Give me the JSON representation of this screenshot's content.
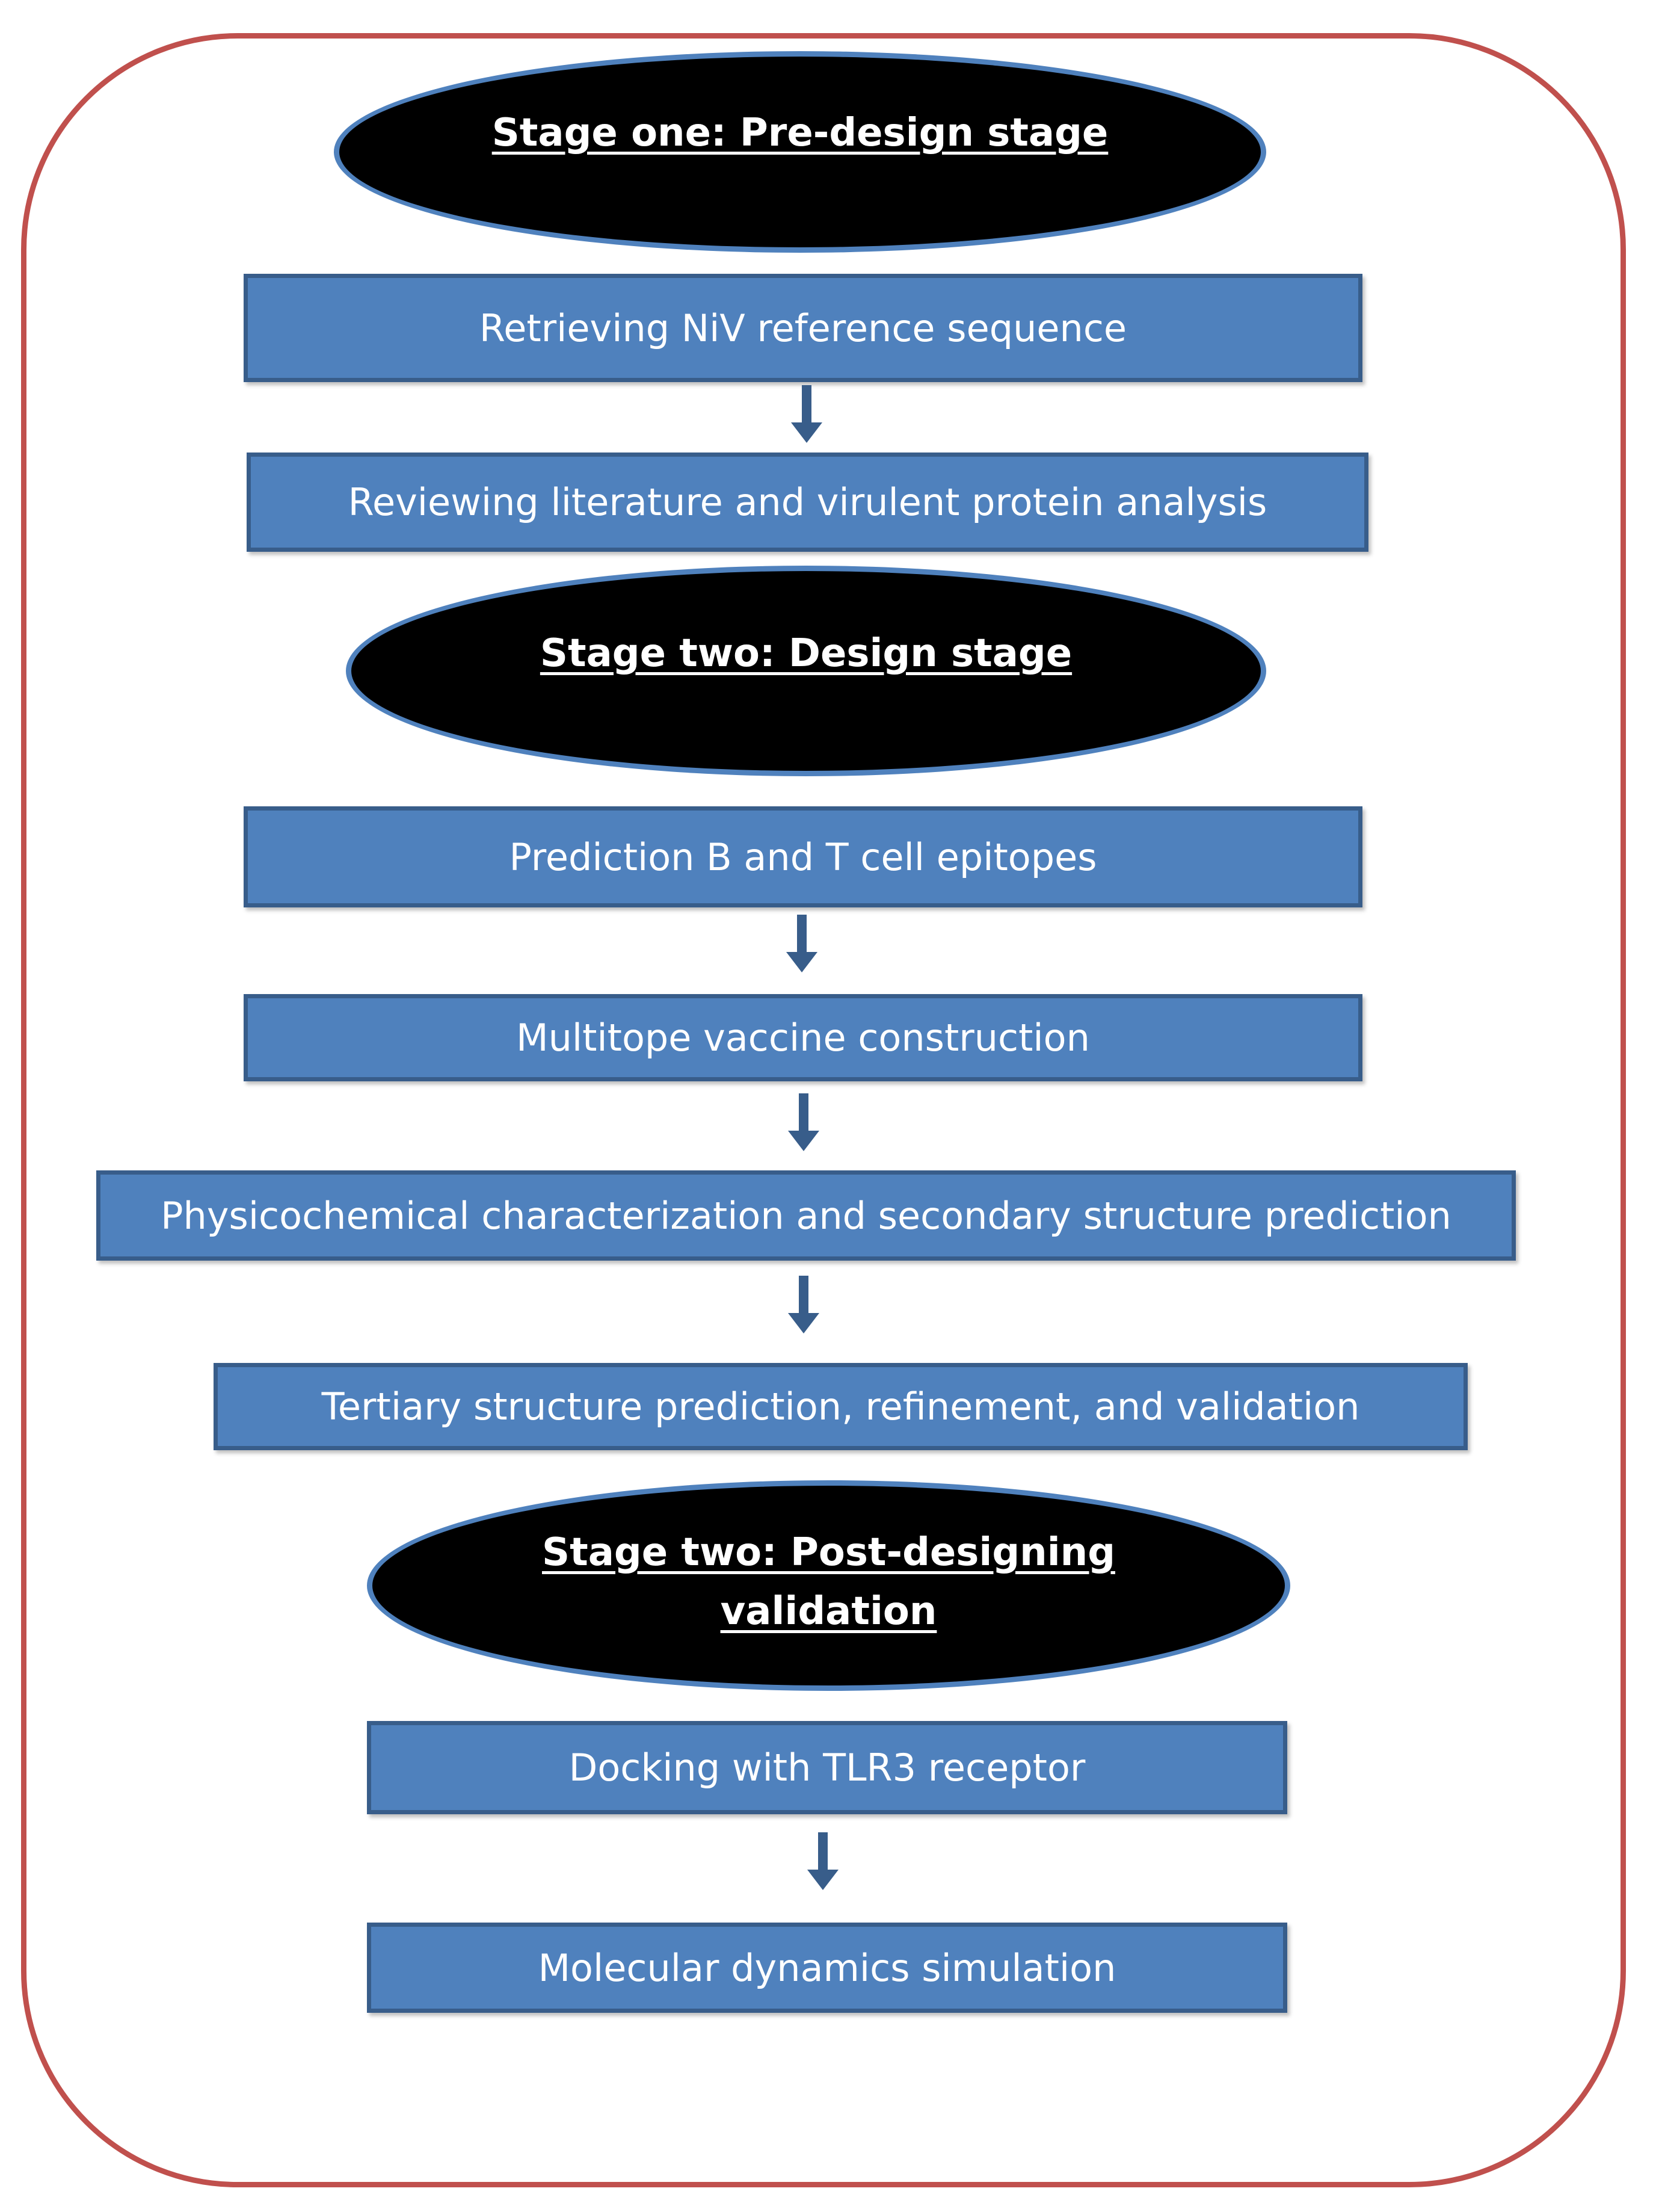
{
  "colors": {
    "frame_border": "#c0504d",
    "stage_fill": "#000000",
    "stage_border": "#4f81bd",
    "step_fill": "#4f81bd",
    "step_border": "#385d8a",
    "arrow": "#385d8a",
    "text": "#ffffff"
  },
  "stages": [
    {
      "lines": [
        "Stage one: Pre-design stage"
      ]
    },
    {
      "lines": [
        "Stage two: Design stage"
      ]
    },
    {
      "lines": [
        "Stage two: Post-designing",
        "validation"
      ]
    }
  ],
  "steps": [
    "Retrieving NiV reference sequence",
    "Reviewing literature and virulent protein analysis",
    "Prediction B and T cell epitopes",
    "Multitope vaccine construction",
    "Physicochemical characterization and secondary structure prediction",
    "Tertiary structure prediction, refinement, and validation",
    "Docking with TLR3 receptor",
    "Molecular dynamics simulation"
  ],
  "arrow_icon": "down-arrow-icon"
}
